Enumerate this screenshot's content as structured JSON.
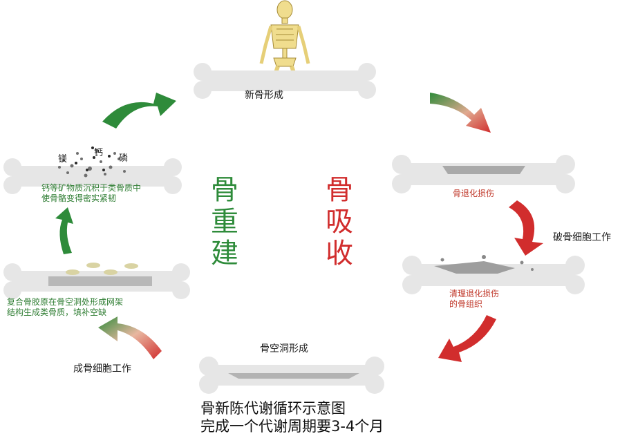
{
  "labels": {
    "new_bone": "新骨形成",
    "bone_degeneration": "骨退化损伤",
    "osteoclast_work": "破骨细胞工作",
    "clear_damaged": "清理退化损伤\n的骨组织",
    "cavity_formed": "骨空洞形成",
    "osteoblast_work": "成骨细胞工作",
    "collagen": "复合骨胶原在骨空洞处形成网架\n结构生成类骨质，填补空缺",
    "minerals": "钙等矿物质沉积于类骨质中\n使骨骼变得密实紧韧"
  },
  "minerals": {
    "mg": "镁",
    "ca": "钙",
    "p": "磷"
  },
  "center": {
    "remodel": "骨\n重\n建",
    "resorb": "骨\n吸\n收"
  },
  "caption": {
    "line1": "骨新陈代谢循环示意图",
    "line2": "完成一个代谢周期要3-4个月"
  },
  "colors": {
    "green": "#2e8b3a",
    "red": "#d12d2d",
    "bone": "#e6e6e6"
  }
}
